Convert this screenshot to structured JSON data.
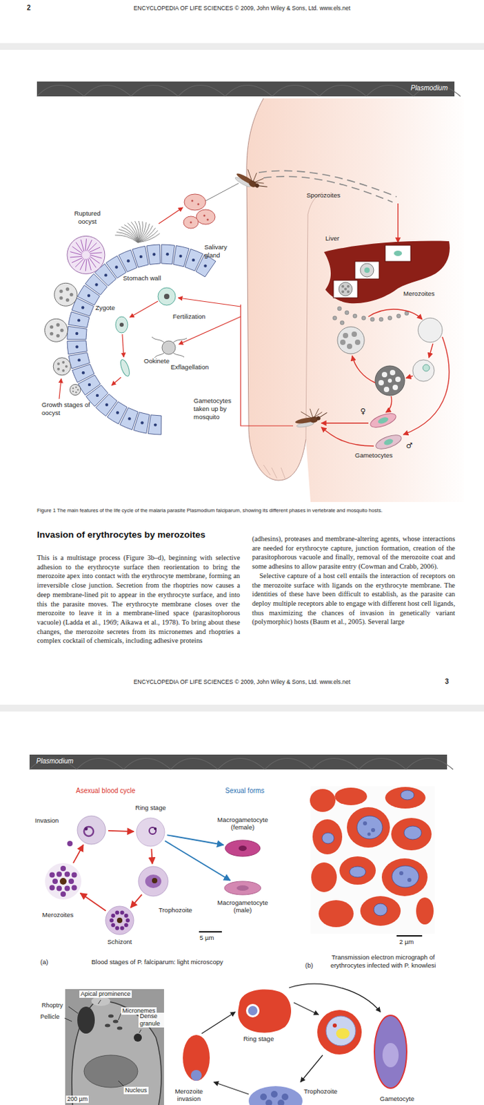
{
  "diagram": {
    "title": "Invasion of erythrocytes by merozoites",
    "caption": "Figure 1 The main features of the life cycle of the malaria parasite Plasmodium falciparum, showing its different phases in vertebrate and mosquito hosts.",
    "nodes": [
      {
        "text": [
          "Plasmodium"
        ]
      },
      {
        "text": [
          "Liver"
        ]
      },
      {
        "text": [
          "Plasmodium"
        ]
      },
      {
        "text": [
          "Invasion"
        ]
      },
      {
        "text": [
          "Ring stage"
        ]
      },
      {
        "text": [
          "Macrogametocyte (female)"
        ]
      },
      {
        "text": [
          "Macrogametocyte (male)"
        ]
      },
      {
        "text": [
          "Trophozoite"
        ]
      },
      {
        "text": [
          "Schizont"
        ]
      },
      {
        "text": [
          "Merozoites"
        ]
      }
    ],
    "edges": [
      {
        "from": 3,
        "to": 4,
        "arrow": "to"
      },
      {
        "from": 4,
        "to": 5,
        "arrow": "to"
      },
      {
        "from": 4,
        "to": 6,
        "arrow": "to"
      },
      {
        "from": 4,
        "to": 7,
        "arrow": "to"
      },
      {
        "from": 7,
        "to": 8,
        "arrow": "to"
      },
      {
        "from": 8,
        "to": 9,
        "arrow": "to"
      },
      {
        "from": 9,
        "to": 3,
        "arrow": "to"
      }
    ],
    "labels": [
      "2",
      "ENCYCLOPEDIA OF LIFE SCIENCES © 2009, John Wiley & Sons, Ltd. www.els.net",
      "Ruptured oocyst",
      "Salivary gland",
      "Stomach wall",
      "Zygote",
      "Fertilization",
      "Ookinete",
      "Exflagellation",
      "Growth stages of oocyst",
      "Gametocytes taken up by mosquito",
      "Sporozoites",
      "Merozoites",
      "Gametocytes",
      "♀",
      "♂",
      "This is a multistage process (Figure 3b–d), beginning with selective adhesion to the erythrocyte surface then reorientation to bring the merozoite apex into contact with the erythrocyte membrane, forming an irreversible close junction. Secretion from the rhoptries now causes a deep membrane-lined pit to appear in the erythrocyte surface, and into this the parasite moves. The erythrocyte membrane closes over the merozoite to leave it in a membrane-lined space (parasitophorous vacuole) (Ladda et al., 1969; Aikawa et al., 1978). To bring about these changes, the merozoite secretes from its micronemes and rhoptries a complex cocktail of chemicals, including adhesive proteins",
      "(adhesins), proteases and membrane-altering agents, whose interactions are needed for erythrocyte capture, junction formation, creation of the parasitophorous vacuole and finally, removal of the merozoite coat and some adhesins to allow parasite entry (Cowman and Crabb, 2006).",
      "Selective capture of a host cell entails the interaction of receptors on the merozoite surface with ligands on the erythrocyte membrane. The identities of these have been difficult to establish, as the parasite can deploy multiple receptors able to engage with different host cell ligands, thus maximizing the chances of invasion in genetically variant (polymorphic) hosts (Baum et al., 2005). Several large",
      "ENCYCLOPEDIA OF LIFE SCIENCES © 2009, John Wiley & Sons, Ltd. www.els.net",
      "3",
      "Asexual blood cycle",
      "Sexual forms",
      "5 µm",
      "(a)",
      "Blood stages of P. falciparum: light microscopy",
      "2 µm",
      "Transmission electron micrograph of erythrocytes infected with P. knowlesi",
      "(b)",
      "Apical prominence",
      "Rhoptry",
      "Pellicle",
      "Micronemes",
      "Dense granule",
      "Nucleus",
      "200 µm",
      "Merozoite invasion",
      "Ring stage",
      "Trophozoite",
      "Gametocyte"
    ]
  }
}
